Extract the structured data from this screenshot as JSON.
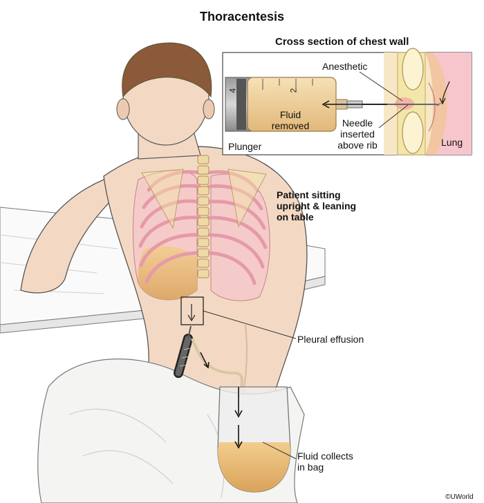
{
  "title": "Thoracentesis",
  "cross_section": {
    "title": "Cross section of chest wall",
    "labels": {
      "anesthetic": "Anesthetic",
      "fluid_removed": "Fluid\nremoved",
      "needle": "Needle\ninserted\nabove rib",
      "plunger": "Plunger",
      "lung": "Lung"
    },
    "syringe_marks": [
      "4",
      "2"
    ]
  },
  "patient_position": "Patient sitting\nupright & leaning\non table",
  "callouts": {
    "pleural_effusion": "Pleural effusion",
    "fluid_bag": "Fluid collects\nin bag"
  },
  "copyright": "©UWorld",
  "colors": {
    "skin": "#f3d9c4",
    "skin_shadow": "#deb79b",
    "hair": "#8a5a3a",
    "rib_pink": "#f0a9b5",
    "lung_pink": "#f6c6cc",
    "fluid": "#e7b56d",
    "bone": "#f3e6a9",
    "towel": "#f4f4f2",
    "outline": "#444444"
  }
}
